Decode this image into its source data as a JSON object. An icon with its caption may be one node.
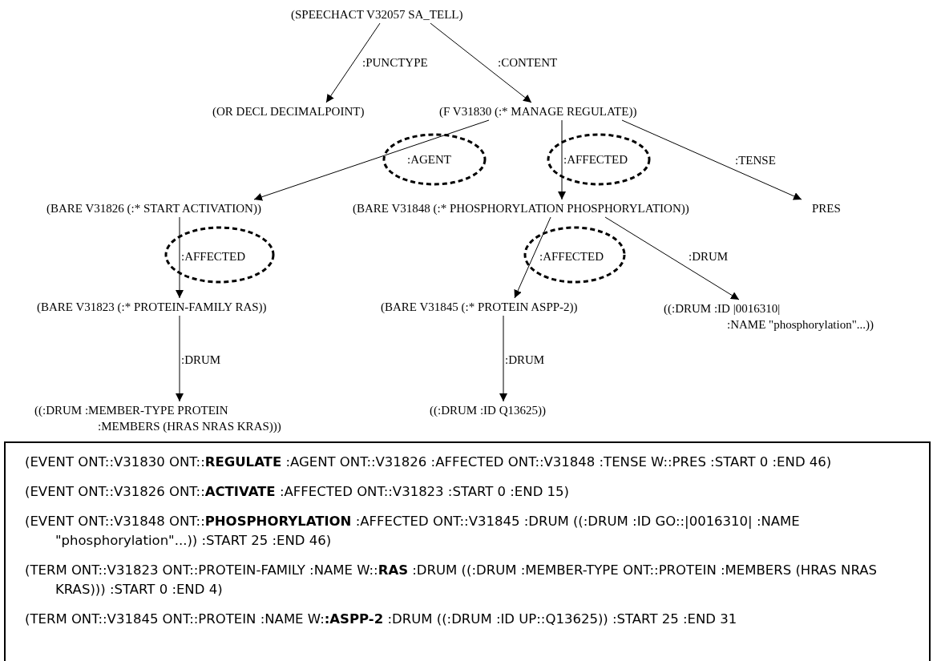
{
  "diagram": {
    "nodes": [
      {
        "text": [
          "(SPEECHACT V32057 SA_TELL)"
        ]
      },
      {
        "text": [
          "(OR DECL DECIMALPOINT)"
        ]
      },
      {
        "text": [
          "(F V31830 (:* MANAGE REGULATE))"
        ]
      },
      {
        "text": [
          "(BARE V31826 (:* START ACTIVATION))"
        ]
      },
      {
        "text": [
          "(BARE V31848 (:* PHOSPHORYLATION PHOSPHORYLATION))"
        ]
      },
      {
        "text": [
          "PRES"
        ]
      },
      {
        "text": [
          "(BARE V31823 (:* PROTEIN-FAMILY RAS))"
        ]
      },
      {
        "text": [
          "(BARE V31845 (:* PROTEIN ASPP-2))"
        ]
      },
      {
        "text": [
          "((:DRUM :ID |0016310| :NAME \"phosphorylation\"...))"
        ]
      },
      {
        "text": [
          "((:DRUM :MEMBER-TYPE PROTEIN :MEMBERS (HRAS NRAS KRAS)))"
        ]
      },
      {
        "text": [
          "((:DRUM :ID Q13625))"
        ]
      },
      {
        "text": [
          "(EVENT ONT::V31830 ONT::**REGULATE** :AGENT ONT::V31826 :AFFECTED ONT::V31848 :TENSE W::PRES :START 0 :END 46)",
          "(EVENT ONT::V31826 ONT::**ACTIVATE** :AFFECTED ONT::V31823 :START 0 :END 15)",
          "(EVENT ONT::V31848 ONT::**PHOSPHORYLATION** :AFFECTED ONT::V31845 :DRUM ((:DRUM :ID GO::|0016310| :NAME \"phosphorylation\"...)) :START 25 :END 46)",
          "(TERM ONT::V31823 ONT::PROTEIN-FAMILY :NAME W::**RAS** :DRUM ((:DRUM :MEMBER-TYPE ONT::PROTEIN :MEMBERS (HRAS NRAS KRAS))) :START 0 :END 4)",
          "(TERM ONT::V31845 ONT::PROTEIN :NAME W:**:ASPP-2** :DRUM ((:DRUM :ID UP::Q13625)) :START 25 :END 31"
        ]
      }
    ],
    "edges": [
      {
        "from": 0,
        "to": 1,
        "arrow": "to",
        "label": ":PUNCTYPE"
      },
      {
        "from": 0,
        "to": 2,
        "arrow": "to",
        "label": ":CONTENT"
      },
      {
        "from": 2,
        "to": 3,
        "arrow": "to",
        "label": ":AGENT"
      },
      {
        "from": 2,
        "to": 4,
        "arrow": "to",
        "label": ":AFFECTED"
      },
      {
        "from": 2,
        "to": 5,
        "arrow": "to",
        "label": ":TENSE"
      },
      {
        "from": 3,
        "to": 6,
        "arrow": "to",
        "label": ":AFFECTED"
      },
      {
        "from": 4,
        "to": 7,
        "arrow": "to",
        "label": ":AFFECTED"
      },
      {
        "from": 4,
        "to": 8,
        "arrow": "to",
        "label": ":DRUM"
      },
      {
        "from": 6,
        "to": 9,
        "arrow": "to",
        "label": ":DRUM"
      },
      {
        "from": 7,
        "to": 10,
        "arrow": "to",
        "label": ":DRUM"
      }
    ]
  }
}
